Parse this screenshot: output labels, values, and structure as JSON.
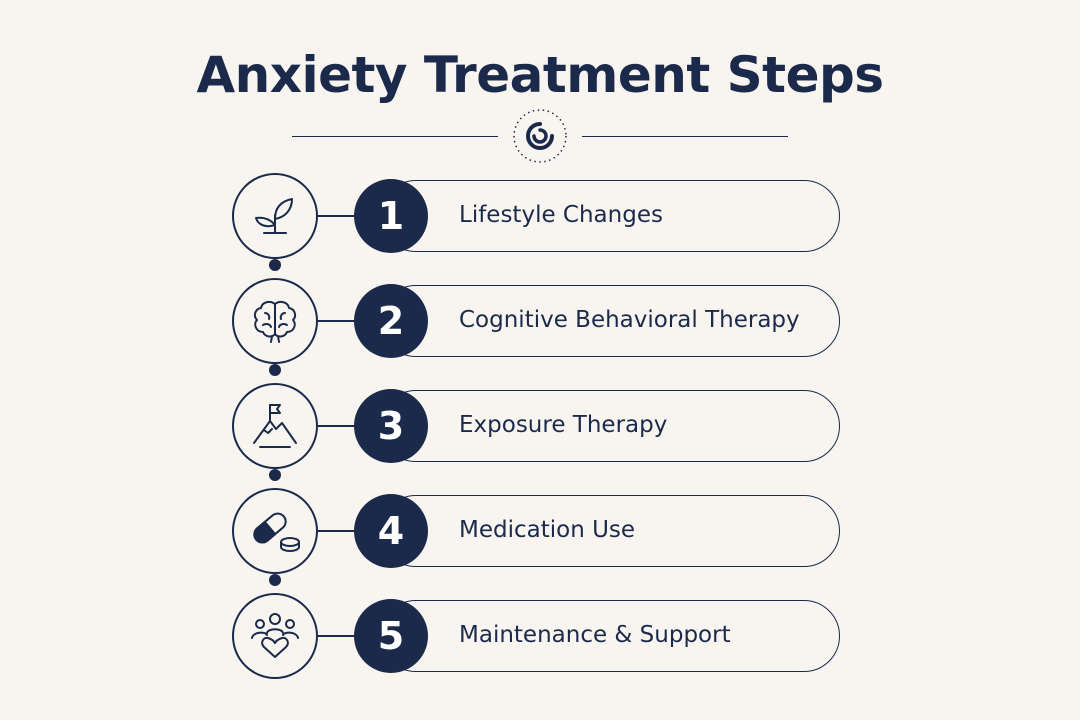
{
  "title": "Anxiety Treatment Steps",
  "steps": [
    {
      "number": "1",
      "label": "Lifestyle Changes",
      "icon": "plant-sprout-icon"
    },
    {
      "number": "2",
      "label": "Cognitive Behavioral Therapy",
      "icon": "brain-icon"
    },
    {
      "number": "3",
      "label": "Exposure Therapy",
      "icon": "mountain-flag-icon"
    },
    {
      "number": "4",
      "label": "Medication Use",
      "icon": "pill-capsule-icon"
    },
    {
      "number": "5",
      "label": "Maintenance & Support",
      "icon": "people-heart-icon"
    }
  ],
  "colors": {
    "primary": "#1b2a4a",
    "background": "#f8f5f1"
  }
}
